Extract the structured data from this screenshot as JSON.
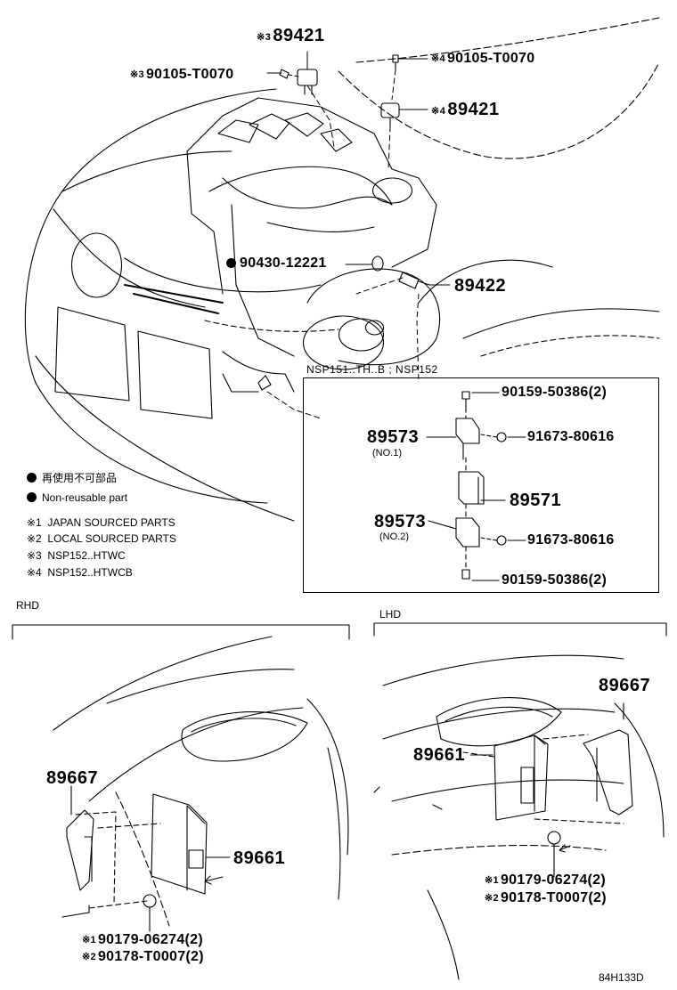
{
  "callouts": {
    "c89421_top": {
      "mark": "※3",
      "part": "89421"
    },
    "c90105_left": {
      "mark": "※3",
      "part": "90105-T0070"
    },
    "c90105_right": {
      "mark": "※4",
      "part": "90105-T0070"
    },
    "c89421_right": {
      "mark": "※4",
      "part": "89421"
    },
    "c90430": {
      "part": "90430-12221"
    },
    "c89422": {
      "part": "89422"
    }
  },
  "condition_label": "NSP151..TH..B ; NSP152",
  "panel_parts": {
    "bolt_top": "90159-50386(2)",
    "bracket_no1": "89573",
    "no1_label": "(NO.1)",
    "bolt_mid1": "91673-80616",
    "sensor": "89571",
    "bracket_no2": "89573",
    "no2_label": "(NO.2)",
    "bolt_mid2": "91673-80616",
    "bolt_bottom": "90159-50386(2)"
  },
  "legend": [
    {
      "symbol": "●",
      "text": "再使用不可部品"
    },
    {
      "symbol": "●",
      "text": "Non-reusable part"
    },
    {
      "symbol": "※1",
      "text": "JAPAN SOURCED PARTS"
    },
    {
      "symbol": "※2",
      "text": "LOCAL SOURCED PARTS"
    },
    {
      "symbol": "※3",
      "text": "NSP152..HTWC"
    },
    {
      "symbol": "※4",
      "text": "NSP152..HTWCB"
    }
  ],
  "rhd": {
    "title": "RHD",
    "bracket": "89667",
    "ecu": "89661",
    "nut1": {
      "mark": "※1",
      "part": "90179-06274(2)"
    },
    "nut2": {
      "mark": "※2",
      "part": "90178-T0007(2)"
    }
  },
  "lhd": {
    "title": "LHD",
    "bracket": "89667",
    "ecu": "89661",
    "nut1": {
      "mark": "※1",
      "part": "90179-06274(2)"
    },
    "nut2": {
      "mark": "※2",
      "part": "90178-T0007(2)"
    }
  },
  "illustration_id": "84H133D"
}
